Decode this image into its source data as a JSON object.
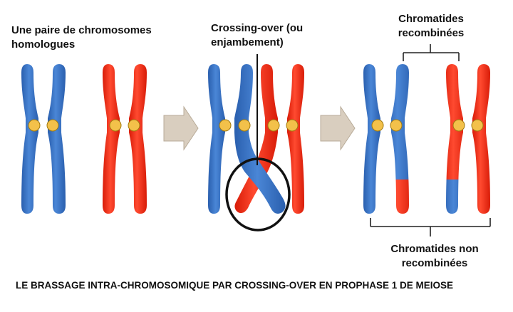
{
  "labels": {
    "pair": "Une paire de chromosomes homologues",
    "crossing": "Crossing-over (ou enjambement)",
    "recombined": "Chromatides recombinées",
    "non_recombined": "Chromatides non recombinées"
  },
  "caption": "LE BRASSAGE INTRA-CHROMOSOMIQUE PAR CROSSING-OVER EN PROPHASE 1 DE MEIOSE",
  "colors": {
    "blue": "#3a76c4",
    "blue_dark": "#2756a0",
    "red": "#f52a14",
    "red_dark": "#c41808",
    "centromere": "#f3c14a",
    "arrow": "#d9cebf",
    "bracket": "#222222"
  }
}
